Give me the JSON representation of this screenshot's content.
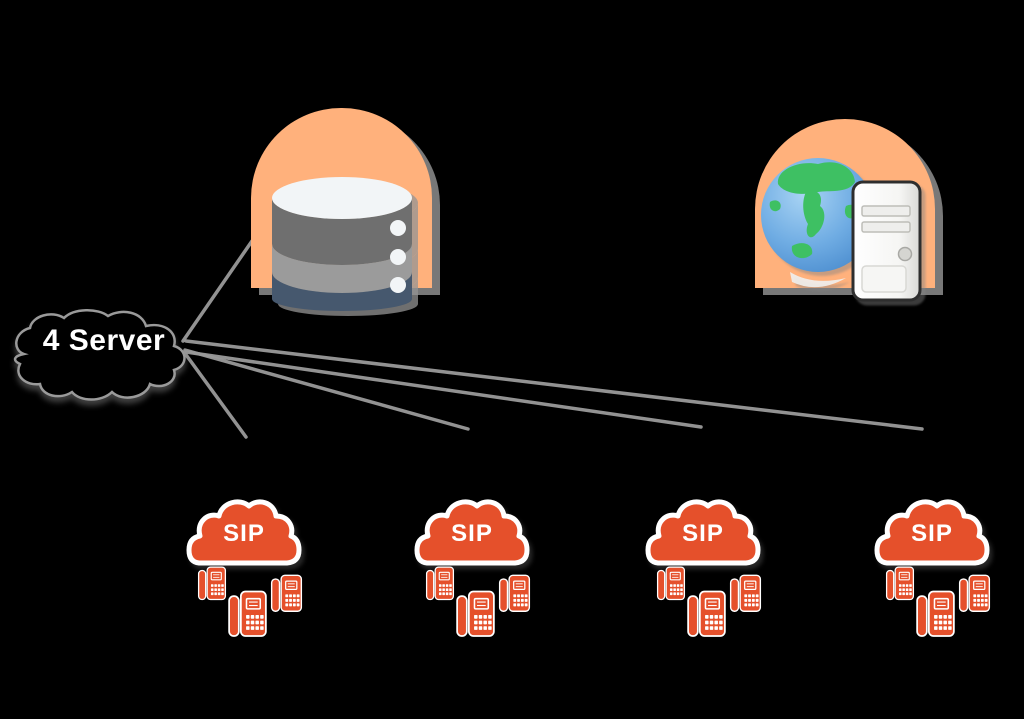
{
  "label_cloud": {
    "label": "4 Server"
  },
  "servers": {
    "database": {
      "icon": "database-stack-icon"
    },
    "web": {
      "icon": "globe-server-icon"
    }
  },
  "sip_clusters": [
    {
      "label": "SIP",
      "phone_count": 3
    },
    {
      "label": "SIP",
      "phone_count": 3
    },
    {
      "label": "SIP",
      "phone_count": 3
    },
    {
      "label": "SIP",
      "phone_count": 3
    }
  ],
  "connections": [
    {
      "from": "four-server-callout",
      "to": "database-server"
    },
    {
      "from": "four-server-callout",
      "to": "sip-cluster-1"
    },
    {
      "from": "four-server-callout",
      "to": "sip-cluster-2"
    },
    {
      "from": "four-server-callout",
      "to": "sip-cluster-3"
    },
    {
      "from": "four-server-callout",
      "to": "sip-cluster-4"
    }
  ],
  "colors": {
    "background": "#000000",
    "arch_peach": "#FFB17C",
    "brand_orange": "#E5502B",
    "outline_white": "#FFFFFF",
    "connector_gray": "#9A9A9A",
    "db_top": "#F2F5F7",
    "db_band_dark": "#6F6F6F",
    "db_band_light": "#9B9B9B",
    "db_band_blue": "#46586E",
    "globe_ocean": "#6FACE3",
    "globe_land": "#3EC063",
    "tower_white": "#F5F5F3",
    "label_cloud_fill": "#000000",
    "label_text": "#FFFFFF"
  }
}
